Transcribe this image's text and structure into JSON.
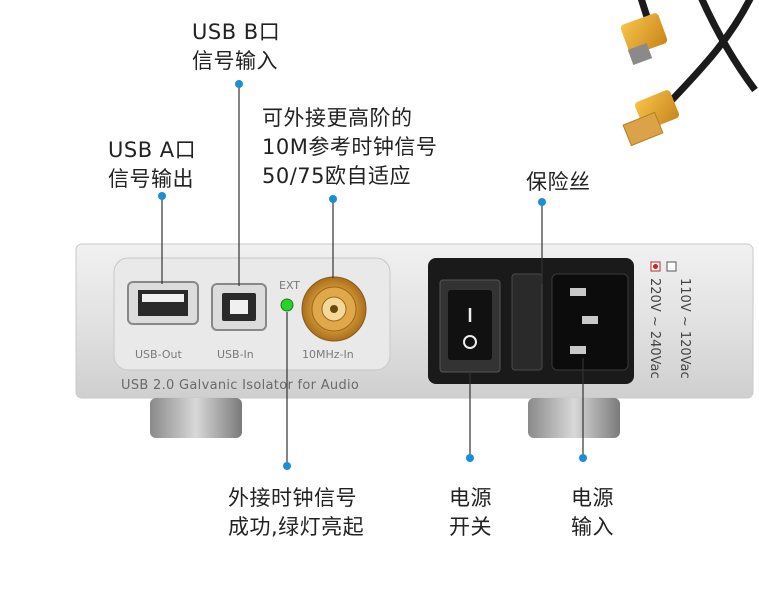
{
  "callouts": {
    "usb_a": {
      "line1": "USB A口",
      "line2": "信号输出"
    },
    "usb_b": {
      "line1": "USB B口",
      "line2": "信号输入"
    },
    "clock_in": {
      "line1": "可外接更高阶的",
      "line2": "10M参考时钟信号",
      "line3": "50/75欧自适应"
    },
    "fuse": {
      "line1": "保险丝"
    },
    "ext_led": {
      "line1": "外接时钟信号",
      "line2": "成功,绿灯亮起"
    },
    "power_switch": {
      "line1": "电源",
      "line2": "开关"
    },
    "power_input": {
      "line1": "电源",
      "line2": "输入"
    }
  },
  "device": {
    "usb_out_label": "USB-Out",
    "usb_in_label": "USB-In",
    "ext_label": "EXT",
    "clock_label": "10MHz-In",
    "panel_caption": "USB 2.0 Galvanic Isolator for Audio",
    "voltage_110": "110V ~ 120Vac",
    "voltage_220": "220V ~ 240Vac"
  },
  "colors": {
    "callout_dot": "#1a8fd6",
    "led_green": "#2bd12b",
    "bnc_gold": "#d9a040",
    "usb_plug_orange": "#e8a020"
  }
}
